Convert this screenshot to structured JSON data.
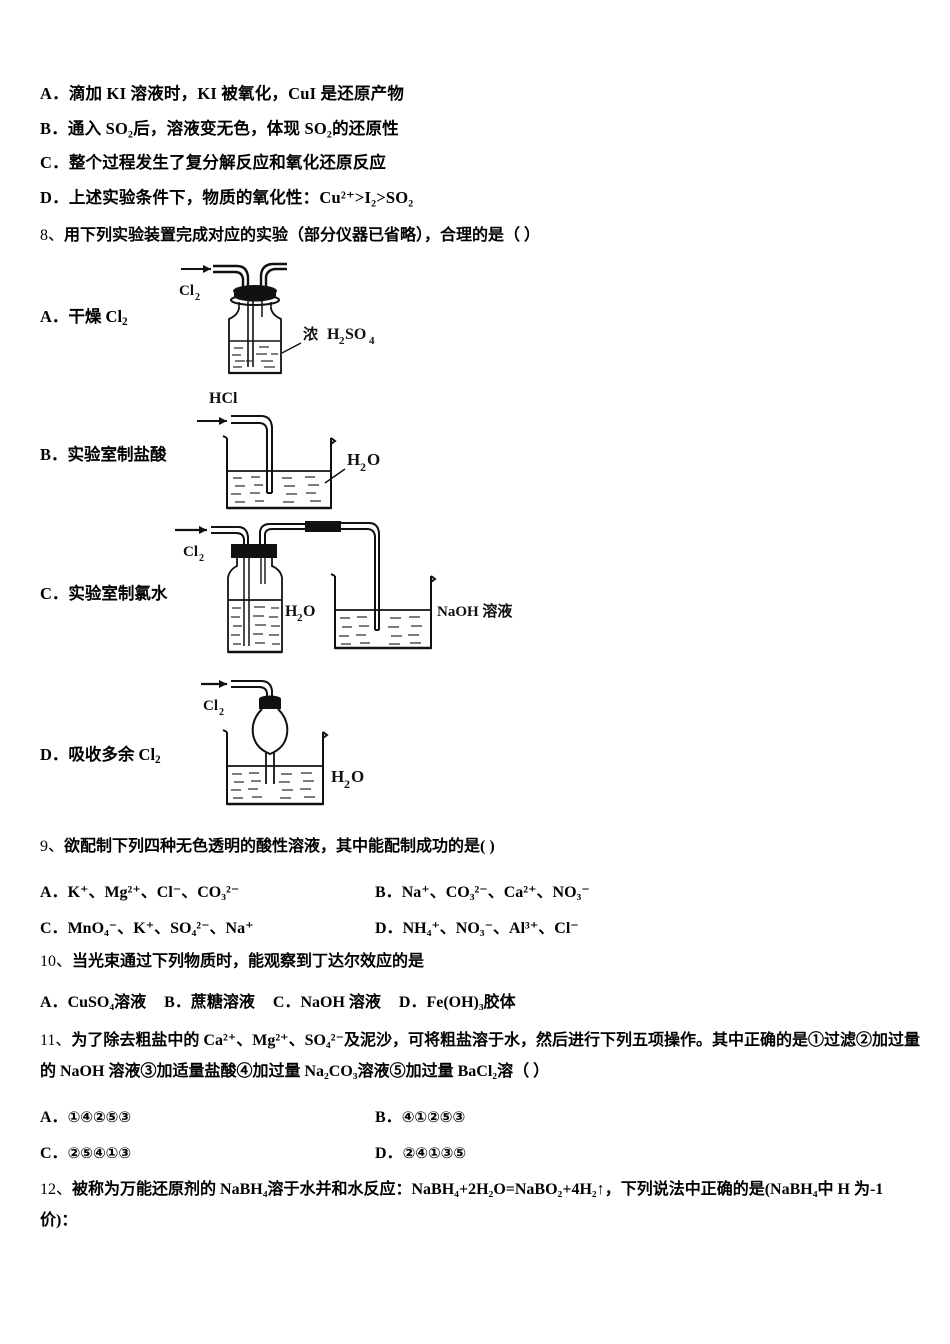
{
  "page": {
    "background": "#ffffff",
    "ink": "#000000"
  },
  "q7_options": [
    {
      "label": "A．",
      "text_html": "滴加 KI 溶液时，KI 被氧化，CuI 是还原产物"
    },
    {
      "label": "B．",
      "text_html": "通入 SO₂后，溶液变无色，体现 SO₂的还原性"
    },
    {
      "label": "C．",
      "text_html": "整个过程发生了复分解反应和氧化还原反应"
    },
    {
      "label": "D．",
      "text_html": "上述实验条件下，物质的氧化性：Cu²⁺>I₂>SO₂"
    }
  ],
  "q8": {
    "number": "8、",
    "stem": "用下列实验装置完成对应的实验（部分仪器已省略），合理的是（  ）",
    "options": [
      {
        "label": "A．",
        "text": "干燥 Cl",
        "sub": "2",
        "figure_name": "gas-washing-bottle-h2so4",
        "gas_label": "Cl",
        "gas_sub": "2",
        "reagent_label": "浓 H",
        "reagent_sub1": "2",
        "reagent_mid": "SO",
        "reagent_sub2": "4"
      },
      {
        "label": "B．",
        "text": "实验室制盐酸",
        "sub": "",
        "figure_name": "hcl-tube-into-beaker",
        "gas_label": "HCl",
        "gas_sub": "",
        "reagent_label": "H",
        "reagent_sub1": "2",
        "reagent_mid": "O",
        "reagent_sub2": ""
      },
      {
        "label": "C．",
        "text": "实验室制氯水",
        "sub": "",
        "figure_name": "cl2-into-water-bottle-then-naoh-beaker",
        "gas_label": "Cl",
        "gas_sub": "2",
        "reagent_label": "H",
        "reagent_sub1": "2",
        "reagent_mid": "O",
        "reagent_sub2": "",
        "second_reagent": "NaOH 溶液"
      },
      {
        "label": "D．",
        "text": "吸收多余 Cl",
        "sub": "2",
        "figure_name": "inverted-funnel-in-water-beaker",
        "gas_label": "Cl",
        "gas_sub": "2",
        "reagent_label": "H",
        "reagent_sub1": "2",
        "reagent_mid": "O",
        "reagent_sub2": ""
      }
    ]
  },
  "q9": {
    "number": "9、",
    "stem": "欲配制下列四种无色透明的酸性溶液，其中能配制成功的是(  )",
    "options": [
      {
        "label": "A．",
        "text_html": "K⁺、Mg²⁺、Cl⁻、CO₃²⁻"
      },
      {
        "label": "B．",
        "text_html": "Na⁺、CO₃²⁻、Ca²⁺、NO₃⁻"
      },
      {
        "label": "C．",
        "text_html": "MnO₄⁻、K⁺、SO₄²⁻、Na⁺"
      },
      {
        "label": "D．",
        "text_html": "NH₄⁺、NO₃⁻、Al³⁺、Cl⁻"
      }
    ]
  },
  "q10": {
    "number": "10、",
    "stem": "当光束通过下列物质时，能观察到丁达尔效应的是",
    "options": [
      {
        "label": "A．",
        "text_html": "CuSO₄溶液"
      },
      {
        "label": "B．",
        "text_html": "蔗糖溶液"
      },
      {
        "label": "C．",
        "text_html": "NaOH 溶液"
      },
      {
        "label": "D．",
        "text_html": "Fe(OH)₃胶体"
      }
    ]
  },
  "q11": {
    "number": "11、",
    "stem_html": "为了除去粗盐中的 Ca²⁺、Mg²⁺、SO₄²⁻及泥沙，可将粗盐溶于水，然后进行下列五项操作。其中正确的是①过滤②加过量的 NaOH 溶液③加适量盐酸④加过量 Na₂CO₃溶液⑤加过量 BaCl₂溶（ ）",
    "options": [
      {
        "label": "A．",
        "text": "①④②⑤③"
      },
      {
        "label": "B．",
        "text": "④①②⑤③"
      },
      {
        "label": "C．",
        "text": "②⑤④①③"
      },
      {
        "label": "D．",
        "text": "②④①③⑤"
      }
    ]
  },
  "q12": {
    "number": "12、",
    "stem_html": "被称为万能还原剂的 NaBH₄溶于水并和水反应：NaBH₄+2H₂O=NaBO₂+4H₂↑，下列说法中正确的是(NaBH₄中 H 为-1 价)："
  }
}
